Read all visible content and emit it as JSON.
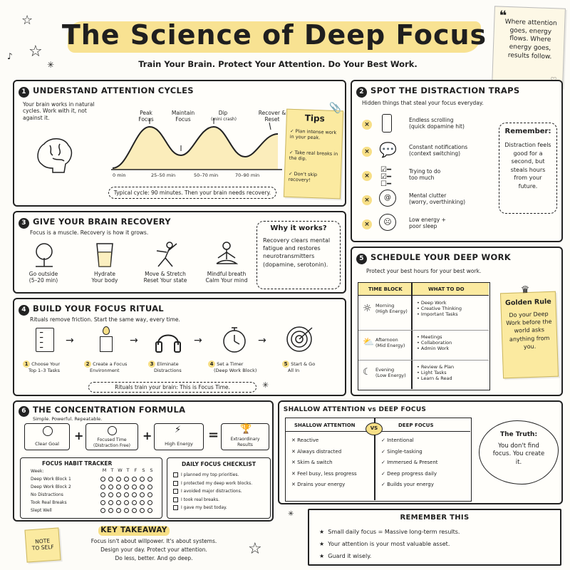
{
  "header": {
    "title": "The Science of Deep Focus",
    "subtitle": "Train Your Brain. Protect Your Attention. Do Your Best Work."
  },
  "quote": {
    "text": "Where attention goes, energy flows. Where energy goes, results follow."
  },
  "s1": {
    "num": "1",
    "title": "UNDERSTAND ATTENTION CYCLES",
    "intro": "Your brain works in natural cycles. Work with it, not against it.",
    "labels": [
      "Peak Focus",
      "Maintain Focus",
      "Dip",
      "Recover & Reset"
    ],
    "dip_note": "(mini crash)",
    "ticks": [
      "0 min",
      "25–50 min",
      "50–70 min",
      "70–90 min"
    ],
    "typical": "Typical cycle: 90 minutes. Then your brain needs recovery.",
    "tips_title": "Tips",
    "tips": [
      "Plan intense work in your peak.",
      "Take real breaks in the dip.",
      "Don't skip recovery!"
    ]
  },
  "s2": {
    "num": "2",
    "title": "SPOT THE DISTRACTION TRAPS",
    "intro": "Hidden things that steal your focus everyday.",
    "items": [
      {
        "a": "Endless scrolling",
        "b": "(quick dopamine hit)"
      },
      {
        "a": "Constant notifications",
        "b": "(context switching)"
      },
      {
        "a": "Trying to do",
        "b": "too much"
      },
      {
        "a": "Mental clutter",
        "b": "(worry, overthinking)"
      },
      {
        "a": "Low energy +",
        "b": "poor sleep"
      }
    ],
    "remember_title": "Remember:",
    "remember_text": "Distraction feels good for a second, but steals hours from your future."
  },
  "s3": {
    "num": "3",
    "title": "GIVE YOUR BRAIN RECOVERY",
    "intro": "Focus is a muscle. Recovery is how it grows.",
    "items": [
      {
        "a": "Go outside",
        "b": "(5–20 min)"
      },
      {
        "a": "Hydrate",
        "b": "Your body"
      },
      {
        "a": "Move & Stretch",
        "b": "Reset Your state"
      },
      {
        "a": "Mindful breath",
        "b": "Calm Your mind"
      }
    ],
    "why_title": "Why it works?",
    "why_text": "Recovery clears mental fatigue and restores neurotransmitters (dopamine, serotonin)."
  },
  "s4": {
    "num": "4",
    "title": "BUILD YOUR FOCUS RITUAL",
    "intro": "Rituals remove friction. Start the same way, every time.",
    "steps": [
      {
        "n": "1",
        "a": "Choose Your",
        "b": "Top 1–3 Tasks"
      },
      {
        "n": "2",
        "a": "Create a Focus",
        "b": "Environment"
      },
      {
        "n": "3",
        "a": "Eliminate",
        "b": "Distractions"
      },
      {
        "n": "4",
        "a": "Set a Timer",
        "b": "(Deep Work Block)"
      },
      {
        "n": "5",
        "a": "Start & Go",
        "b": "All In"
      }
    ],
    "footer": "Rituals train your brain: This is Focus Time."
  },
  "s5": {
    "num": "5",
    "title": "SCHEDULE YOUR DEEP WORK",
    "intro": "Protect your best hours for your best work.",
    "col1": "TIME BLOCK",
    "col2": "WHAT TO DO",
    "rows": [
      {
        "t": "Morning",
        "e": "(High Energy)",
        "items": [
          "Deep Work",
          "Creative Thinking",
          "Important Tasks"
        ]
      },
      {
        "t": "Afternoon",
        "e": "(Mid Energy)",
        "items": [
          "Meetings",
          "Collaboration",
          "Admin Work"
        ]
      },
      {
        "t": "Evening",
        "e": "(Low Energy)",
        "items": [
          "Review & Plan",
          "Light Tasks",
          "Learn & Read"
        ]
      }
    ],
    "rule_title": "Golden Rule",
    "rule_text": "Do your Deep Work before the world asks anything from you."
  },
  "s6": {
    "num": "6",
    "title": "THE CONCENTRATION FORMULA",
    "intro": "Simple. Powerful. Repeatable.",
    "terms": [
      {
        "a": "Clear Goal",
        "b": ""
      },
      {
        "a": "Focused Time",
        "b": "(Distraction Free)"
      },
      {
        "a": "High Energy",
        "b": ""
      },
      {
        "a": "Extraordinary",
        "b": "Results"
      }
    ],
    "plus": "+",
    "equals": "="
  },
  "tracker": {
    "title": "FOCUS HABIT TRACKER",
    "week": "Week:",
    "days": [
      "M",
      "T",
      "W",
      "T",
      "F",
      "S",
      "S"
    ],
    "rows": [
      "Deep Work Block 1",
      "Deep Work Block 2",
      "No Distractions",
      "Took Real Breaks",
      "Slept Well"
    ]
  },
  "checklist": {
    "title": "DAILY FOCUS CHECKLIST",
    "items": [
      "I planned my top priorities.",
      "I protected my deep work blocks.",
      "I avoided major distractions.",
      "I took real breaks.",
      "I gave my best today."
    ]
  },
  "compare": {
    "title": "SHALLOW ATTENTION  vs  DEEP FOCUS",
    "left_title": "SHALLOW ATTENTION",
    "right_title": "DEEP FOCUS",
    "vs": "VS",
    "left": [
      "Reactive",
      "Always distracted",
      "Skim & switch",
      "Feel busy, less progress",
      "Drains your energy"
    ],
    "right": [
      "Intentional",
      "Single-tasking",
      "Immersed & Present",
      "Deep progress daily",
      "Builds your energy"
    ],
    "truth_title": "The Truth:",
    "truth_text": "You don't find focus. You create it."
  },
  "remember": {
    "title": "REMEMBER THIS",
    "items": [
      "Small daily focus = Massive long-term results.",
      "Your attention is your most valuable asset.",
      "Guard it wisely."
    ]
  },
  "note": {
    "a": "NOTE",
    "b": "TO SELF"
  },
  "takeaway": {
    "title": "KEY TAKEAWAY",
    "lines": [
      "Focus isn't about willpower. It's about systems.",
      "Design your day. Protect your attention.",
      "Do less, better. And go deep."
    ]
  },
  "colors": {
    "accent": "#f7df86",
    "sticky": "#fbeaa0",
    "ink": "#222222"
  }
}
